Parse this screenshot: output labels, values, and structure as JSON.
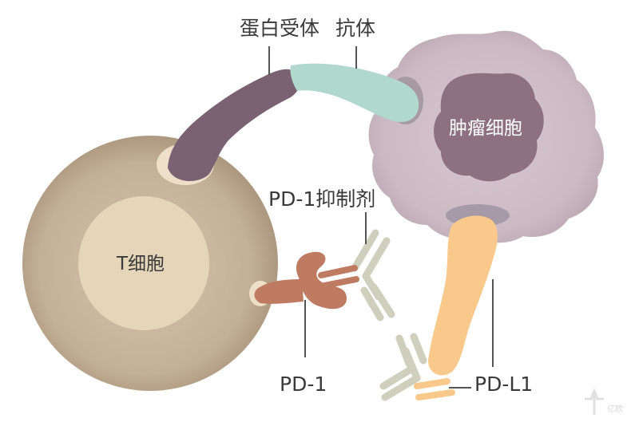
{
  "labels": {
    "protein_receptor": "蛋白受体",
    "antibody": "抗体",
    "tumor_cell": "肿瘤细胞",
    "t_cell": "T细胞",
    "pd1_inhibitor": "PD-1抑制剂",
    "pd1": "PD-1",
    "pdl1": "PD-L1"
  },
  "watermark": "亿欧",
  "colors": {
    "t_cell_outer": "#c3b39c",
    "t_cell_nucleus": "#e6d6ba",
    "tumor_cell": "#cdbcc6",
    "tumor_nucleus": "#8d7180",
    "protein_receptor": "#7b6273",
    "antibody": "#b1d8cd",
    "pd1": "#bf7a62",
    "pdl1": "#f8c98a",
    "inhibitor": "#d0cebc",
    "leader_line": "#555555"
  }
}
